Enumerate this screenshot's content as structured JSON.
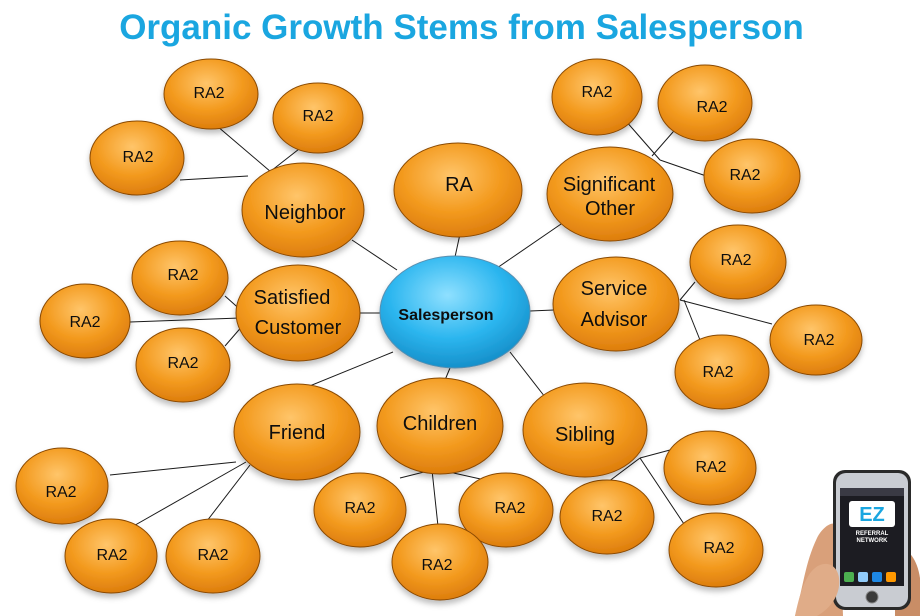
{
  "title": "Organic Growth Stems from Salesperson",
  "center": "Salesperson",
  "nodes": {
    "ra": "RA",
    "significant_other": [
      "Significant",
      "Other"
    ],
    "neighbor": "Neighbor",
    "satisfied_customer": [
      "Satisfied",
      "Customer"
    ],
    "service_advisor": [
      "Service",
      "Advisor"
    ],
    "friend": "Friend",
    "children": "Children",
    "sibling": "Sibling"
  },
  "leaf_label": "RA2",
  "logo": {
    "mark": "EZ",
    "line1": "REFERRAL",
    "line2": "NETWORK"
  },
  "colors": {
    "title": "#1aa6e0",
    "node": "#f39a1e",
    "center": "#2cb6ef"
  }
}
